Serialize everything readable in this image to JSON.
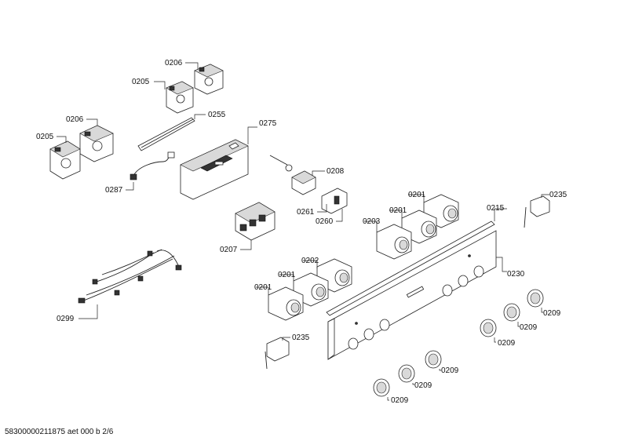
{
  "footer": {
    "document_id": "58300000211875 aet 000 b 2/6"
  },
  "labels": {
    "l0206a": "0206",
    "l0205a": "0205",
    "l0206b": "0206",
    "l0205b": "0205",
    "l0255": "0255",
    "l0275": "0275",
    "l0287": "0287",
    "l0208": "0208",
    "l0261": "0261",
    "l0260": "0260",
    "l0207": "0207",
    "l0201a": "0201",
    "l0201b": "0201",
    "l0203": "0203",
    "l0215": "0215",
    "l0235a": "0235",
    "l0230": "0230",
    "l0202": "0202",
    "l0201c": "0201",
    "l0201d": "0201",
    "l0299": "0299",
    "l0235b": "0235",
    "l0209a": "0209",
    "l0209b": "0209",
    "l0209c": "0209",
    "l0209d": "0209",
    "l0209e": "0209",
    "l0209f": "0209"
  }
}
